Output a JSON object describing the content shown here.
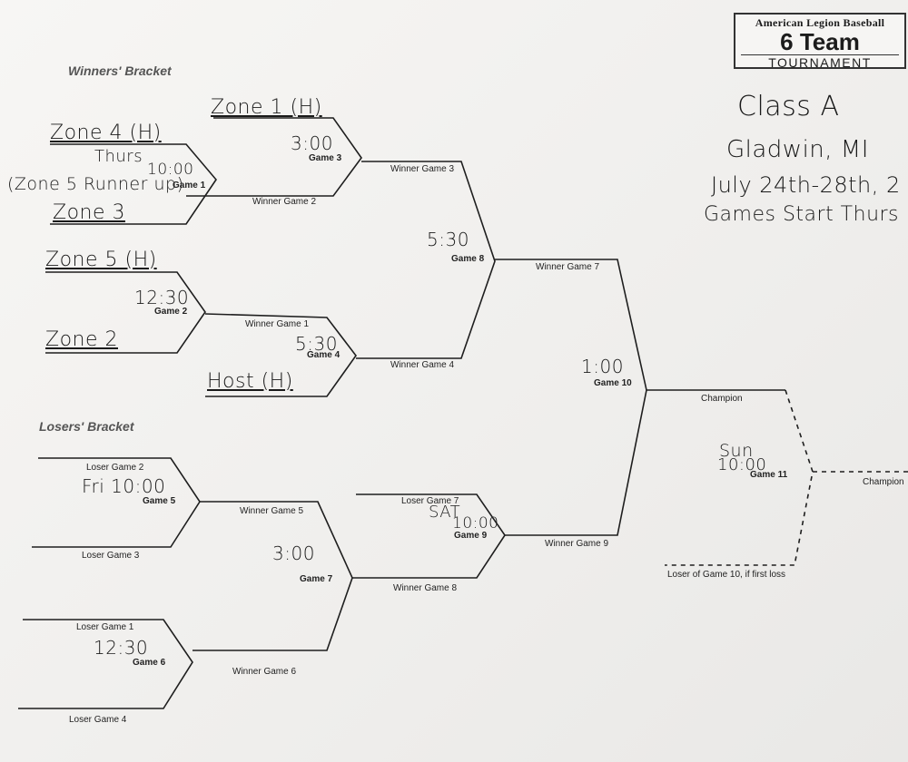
{
  "logo": {
    "line1": "American Legion Baseball",
    "line2": "6 Team",
    "line3": "TOURNAMENT"
  },
  "headings": {
    "winners": "Winners' Bracket",
    "losers": "Losers' Bracket"
  },
  "event": {
    "class": "Class A",
    "location": "Gladwin, MI",
    "dates": "July 24th-28th, 2",
    "note": "Games Start Thurs"
  },
  "teams": {
    "zone1": "Zone 1 (H)",
    "zone4": "Zone 4 (H)",
    "zone5_runner": "(Zone 5 Runner up)",
    "zone3": "Zone 3",
    "zone5": "Zone 5 (H)",
    "zone2": "Zone 2",
    "host": "Host (H)"
  },
  "games": {
    "g1": {
      "label": "Game 1",
      "time": "10:00",
      "day": "Thurs"
    },
    "g2": {
      "label": "Game 2",
      "time": "12:30"
    },
    "g3": {
      "label": "Game 3",
      "time": "3:00"
    },
    "g4": {
      "label": "Game 4",
      "time": "5:30"
    },
    "g5": {
      "label": "Game 5",
      "time": "Fri 10:00"
    },
    "g6": {
      "label": "Game 6",
      "time": "12:30"
    },
    "g7": {
      "label": "Game 7",
      "time": "3:00"
    },
    "g8": {
      "label": "Game 8",
      "time": "5:30"
    },
    "g9": {
      "label": "Game 9",
      "time": "10:00",
      "day": "SAT"
    },
    "g10": {
      "label": "Game 10",
      "time": "1:00"
    },
    "g11": {
      "label": "Game 11",
      "time": "10:00",
      "day": "Sun"
    }
  },
  "slots": {
    "winner_g2": "Winner Game 2",
    "winner_g1": "Winner Game 1",
    "winner_g3": "Winner Game 3",
    "winner_g4": "Winner Game 4",
    "winner_g7": "Winner Game 7",
    "loser_g2": "Loser Game 2",
    "loser_g3": "Loser Game 3",
    "loser_g1": "Loser Game 1",
    "loser_g4": "Loser Game 4",
    "winner_g5": "Winner Game 5",
    "winner_g6": "Winner Game 6",
    "winner_g8": "Winner Game 8",
    "loser_g7": "Loser Game 7",
    "winner_g9": "Winner Game 9",
    "champion_slot": "Champion",
    "loser_g10": "Loser of Game 10, if first loss",
    "champion_final": "Champion"
  }
}
